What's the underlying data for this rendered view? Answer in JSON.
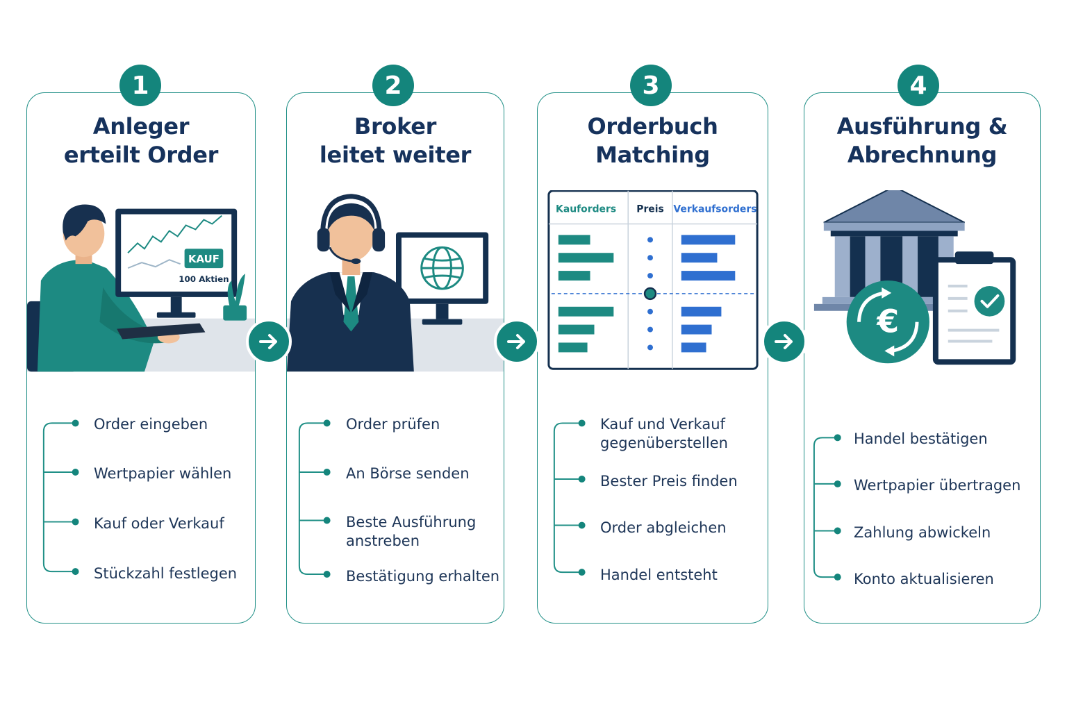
{
  "steps": [
    {
      "number": "1",
      "title_lines": [
        "Anleger",
        "erteilt Order"
      ],
      "items": [
        "Order eingeben",
        "Wertpapier wählen",
        "Kauf oder Verkauf",
        "Stückzahl festlegen"
      ],
      "screen_button": "KAUF",
      "screen_caption": "100 Aktien"
    },
    {
      "number": "2",
      "title_lines": [
        "Broker",
        "leitet weiter"
      ],
      "items": [
        "Order prüfen",
        "An Börse senden",
        "Beste Ausführung anstreben",
        "Bestätigung erhalten"
      ]
    },
    {
      "number": "3",
      "title_lines": [
        "Orderbuch",
        "Matching"
      ],
      "items": [
        "Kauf und Verkauf gegenüberstellen",
        "Bester Preis finden",
        "Order abgleichen",
        "Handel entsteht"
      ],
      "orderbook_headers": [
        "Kauforders",
        "Preis",
        "Verkaufsorders"
      ]
    },
    {
      "number": "4",
      "title_lines": [
        "Ausführung &",
        "Abrechnung"
      ],
      "items": [
        "Handel bestätigen",
        "Wertpapier übertragen",
        "Zahlung abwickeln",
        "Konto aktualisieren"
      ],
      "currency_symbol": "€"
    }
  ],
  "icons": [
    "investor-icon",
    "broker-headset-icon",
    "globe-icon",
    "orderbook-icon",
    "bank-icon",
    "clipboard-check-icon",
    "euro-exchange-icon",
    "arrow-right-icon"
  ],
  "colors": {
    "accent": "#14857c",
    "navy": "#16325c",
    "blue": "#2f6fd0"
  }
}
